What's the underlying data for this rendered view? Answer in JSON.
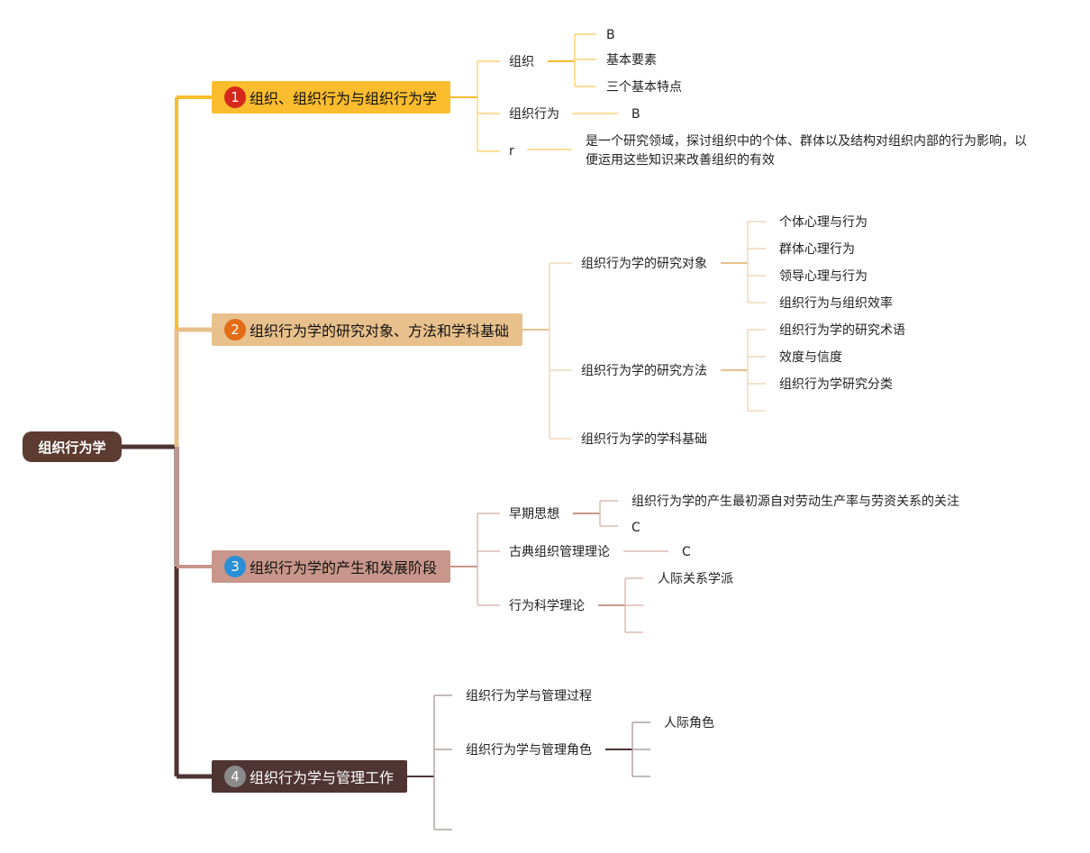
{
  "root": {
    "label": "组织行为学"
  },
  "colors": {
    "t1": "#fbbc2d",
    "t2": "#e8c08c",
    "t3": "#c8968a",
    "t4": "#4e3433",
    "root": "#5c3b31",
    "badge1": "#d7281c",
    "badge2": "#e36c16",
    "badge3": "#2a8fd6",
    "badge4": "#8a8a8a"
  },
  "topics": [
    {
      "num": "1",
      "label": "组织、组织行为与组织行为学",
      "children": [
        {
          "label": "组织",
          "children": [
            {
              "label": "B"
            },
            {
              "label": "基本要素"
            },
            {
              "label": "三个基本特点"
            }
          ]
        },
        {
          "label": "组织行为",
          "children": [
            {
              "label": "B"
            }
          ]
        },
        {
          "label": "r",
          "children": [
            {
              "label": "是一个研究领域，探讨组织中的个体、群体以及结构对组织内部的行为影响，以便运用这些知识来改善组织的有效"
            }
          ]
        }
      ]
    },
    {
      "num": "2",
      "label": "组织行为学的研究对象、方法和学科基础",
      "children": [
        {
          "label": "组织行为学的研究对象",
          "children": [
            {
              "label": "个体心理与行为"
            },
            {
              "label": "群体心理行为"
            },
            {
              "label": "领导心理与行为"
            },
            {
              "label": "组织行为与组织效率"
            }
          ]
        },
        {
          "label": "组织行为学的研究方法",
          "children": [
            {
              "label": "组织行为学的研究术语"
            },
            {
              "label": "效度与信度"
            },
            {
              "label": "组织行为学研究分类"
            },
            {
              "label": ""
            }
          ]
        },
        {
          "label": "组织行为学的学科基础",
          "children": []
        }
      ]
    },
    {
      "num": "3",
      "label": "组织行为学的产生和发展阶段",
      "children": [
        {
          "label": "早期思想",
          "children": [
            {
              "label": "组织行为学的产生最初源自对劳动生产率与劳资关系的关注"
            },
            {
              "label": "C"
            }
          ]
        },
        {
          "label": "古典组织管理理论",
          "children": [
            {
              "label": "C"
            }
          ]
        },
        {
          "label": "行为科学理论",
          "children": [
            {
              "label": "人际关系学派"
            },
            {
              "label": ""
            },
            {
              "label": ""
            }
          ]
        }
      ]
    },
    {
      "num": "4",
      "label": "组织行为学与管理工作",
      "children": [
        {
          "label": "组织行为学与管理过程",
          "children": []
        },
        {
          "label": "组织行为学与管理角色",
          "children": [
            {
              "label": "人际角色"
            },
            {
              "label": ""
            },
            {
              "label": ""
            }
          ]
        },
        {
          "label": "",
          "children": []
        }
      ]
    }
  ]
}
